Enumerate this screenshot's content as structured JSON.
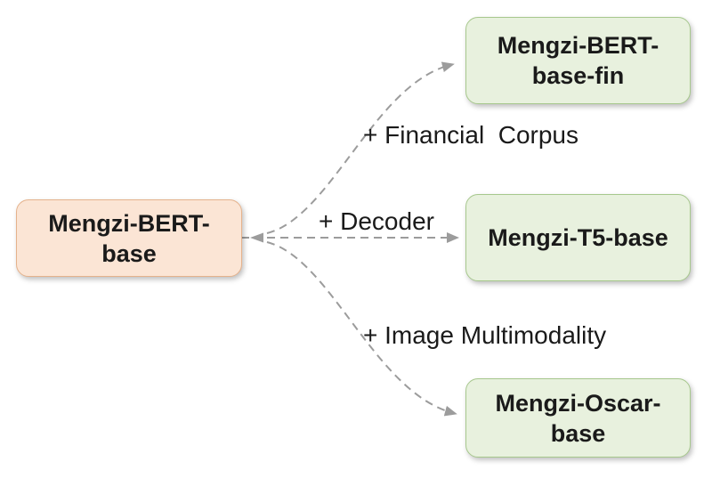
{
  "diagram": {
    "root_node": {
      "label": "Mengzi-BERT-\nbase"
    },
    "branches": [
      {
        "edge_label": "+ Financial  Corpus",
        "node_label": "Mengzi-BERT-\nbase-fin"
      },
      {
        "edge_label": "+ Decoder",
        "node_label": "Mengzi-T5-base"
      },
      {
        "edge_label": "+ Image Multimodality",
        "node_label": "Mengzi-Oscar-\nbase"
      }
    ],
    "colors": {
      "root_fill": "#fbe5d5",
      "root_border": "#e5b28c",
      "branch_fill": "#e8f1de",
      "branch_border": "#a7c88d",
      "connector": "#9c9c9c",
      "text": "#1a1a1a"
    }
  }
}
